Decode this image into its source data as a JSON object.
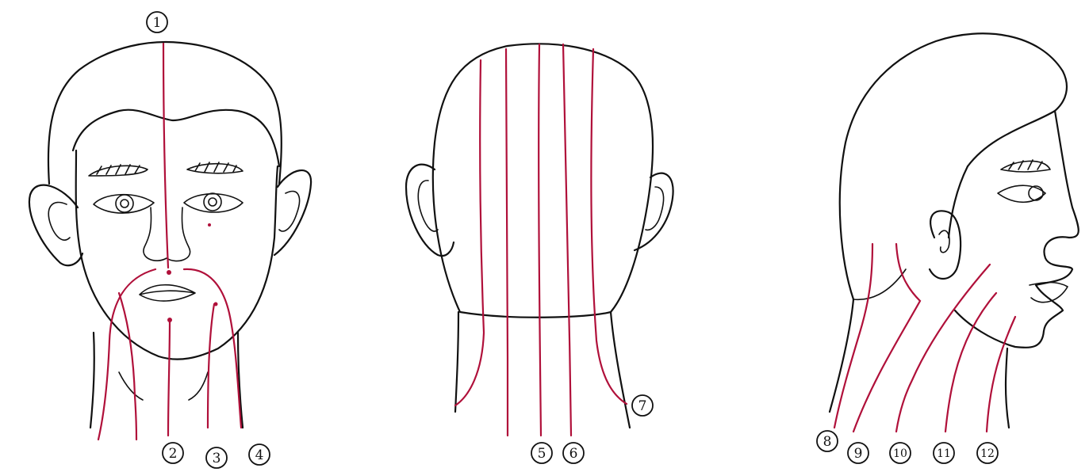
{
  "colors": {
    "line": "#b0103a",
    "ink": "#111111",
    "background": "#ffffff"
  },
  "figures": [
    {
      "view": "front",
      "labels": [
        "1",
        "2",
        "3",
        "4"
      ]
    },
    {
      "view": "back",
      "labels": [
        "5",
        "6",
        "7"
      ]
    },
    {
      "view": "side",
      "labels": [
        "8",
        "9",
        "10",
        "11",
        "12"
      ]
    }
  ]
}
